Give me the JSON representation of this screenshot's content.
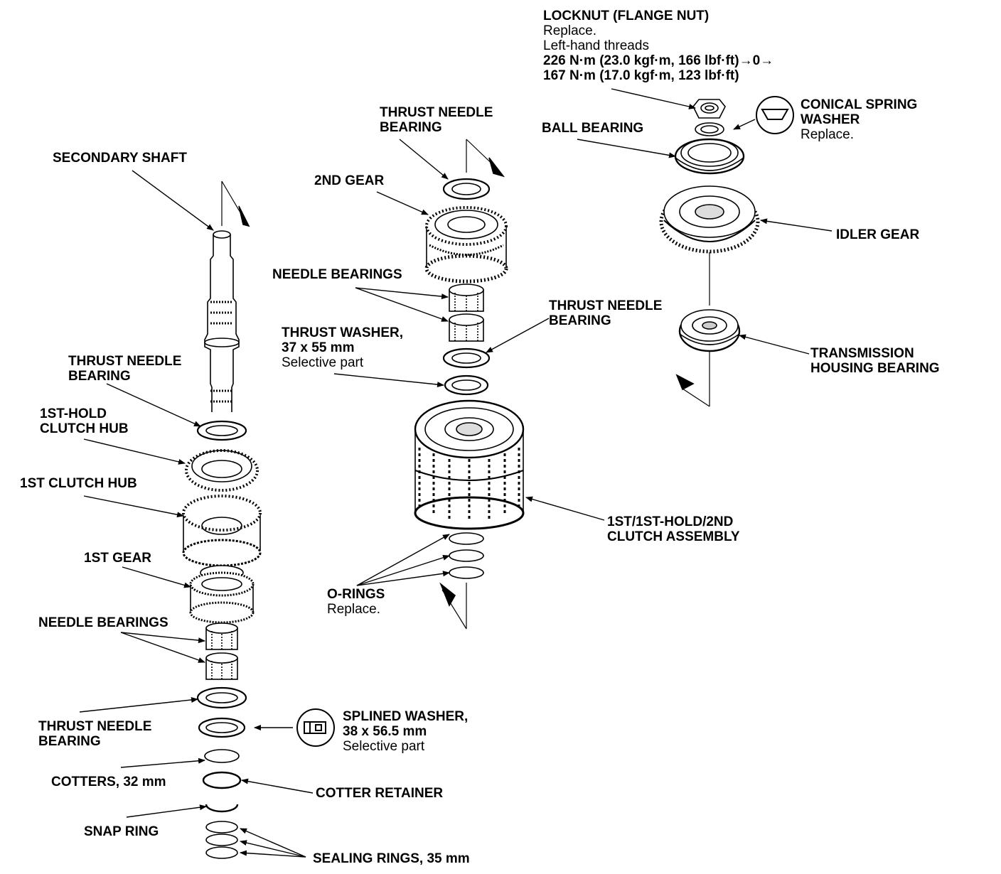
{
  "labels": {
    "locknut": {
      "title": "LOCKNUT (FLANGE NUT)",
      "note1": "Replace.",
      "note2": "Left-hand threads",
      "torque1": "226 N·m (23.0 kgf·m, 166 lbf·ft)",
      "torque_arrow": "→0→",
      "torque2": "167 N·m (17.0 kgf·m, 123 lbf·ft)"
    },
    "conical_spring_washer": {
      "line1": "CONICAL SPRING",
      "line2": "WASHER",
      "note": "Replace."
    },
    "ball_bearing": "BALL BEARING",
    "idler_gear": "IDLER GEAR",
    "transmission_housing_bearing": {
      "line1": "TRANSMISSION",
      "line2": "HOUSING BEARING"
    },
    "thrust_needle_bearing_top": {
      "line1": "THRUST NEEDLE",
      "line2": "BEARING"
    },
    "second_gear": "2ND GEAR",
    "needle_bearings_mid": "NEEDLE BEARINGS",
    "thrust_needle_bearing_mid": {
      "line1": "THRUST NEEDLE",
      "line2": "BEARING"
    },
    "thrust_washer": {
      "line1": "THRUST WASHER,",
      "line2": "37 x 55 mm",
      "note": "Selective part"
    },
    "clutch_assembly": {
      "line1": "1ST/1ST-HOLD/2ND",
      "line2": "CLUTCH ASSEMBLY"
    },
    "o_rings": {
      "title": "O-RINGS",
      "note": "Replace."
    },
    "secondary_shaft": "SECONDARY SHAFT",
    "thrust_needle_bearing_left_upper": {
      "line1": "THRUST NEEDLE",
      "line2": "BEARING"
    },
    "first_hold_clutch_hub": {
      "line1": "1ST-HOLD",
      "line2": "CLUTCH HUB"
    },
    "first_clutch_hub": "1ST CLUTCH HUB",
    "first_gear": "1ST GEAR",
    "needle_bearings_left": "NEEDLE BEARINGS",
    "thrust_needle_bearing_left_lower": {
      "line1": "THRUST NEEDLE",
      "line2": "BEARING"
    },
    "splined_washer": {
      "line1": "SPLINED WASHER,",
      "line2": "38 x 56.5 mm",
      "note": "Selective part"
    },
    "cotters": "COTTERS, 32 mm",
    "cotter_retainer": "COTTER RETAINER",
    "snap_ring": "SNAP RING",
    "sealing_rings": "SEALING RINGS, 35 mm"
  },
  "icons": [
    "conical-spring-washer-icon",
    "splined-washer-icon"
  ]
}
